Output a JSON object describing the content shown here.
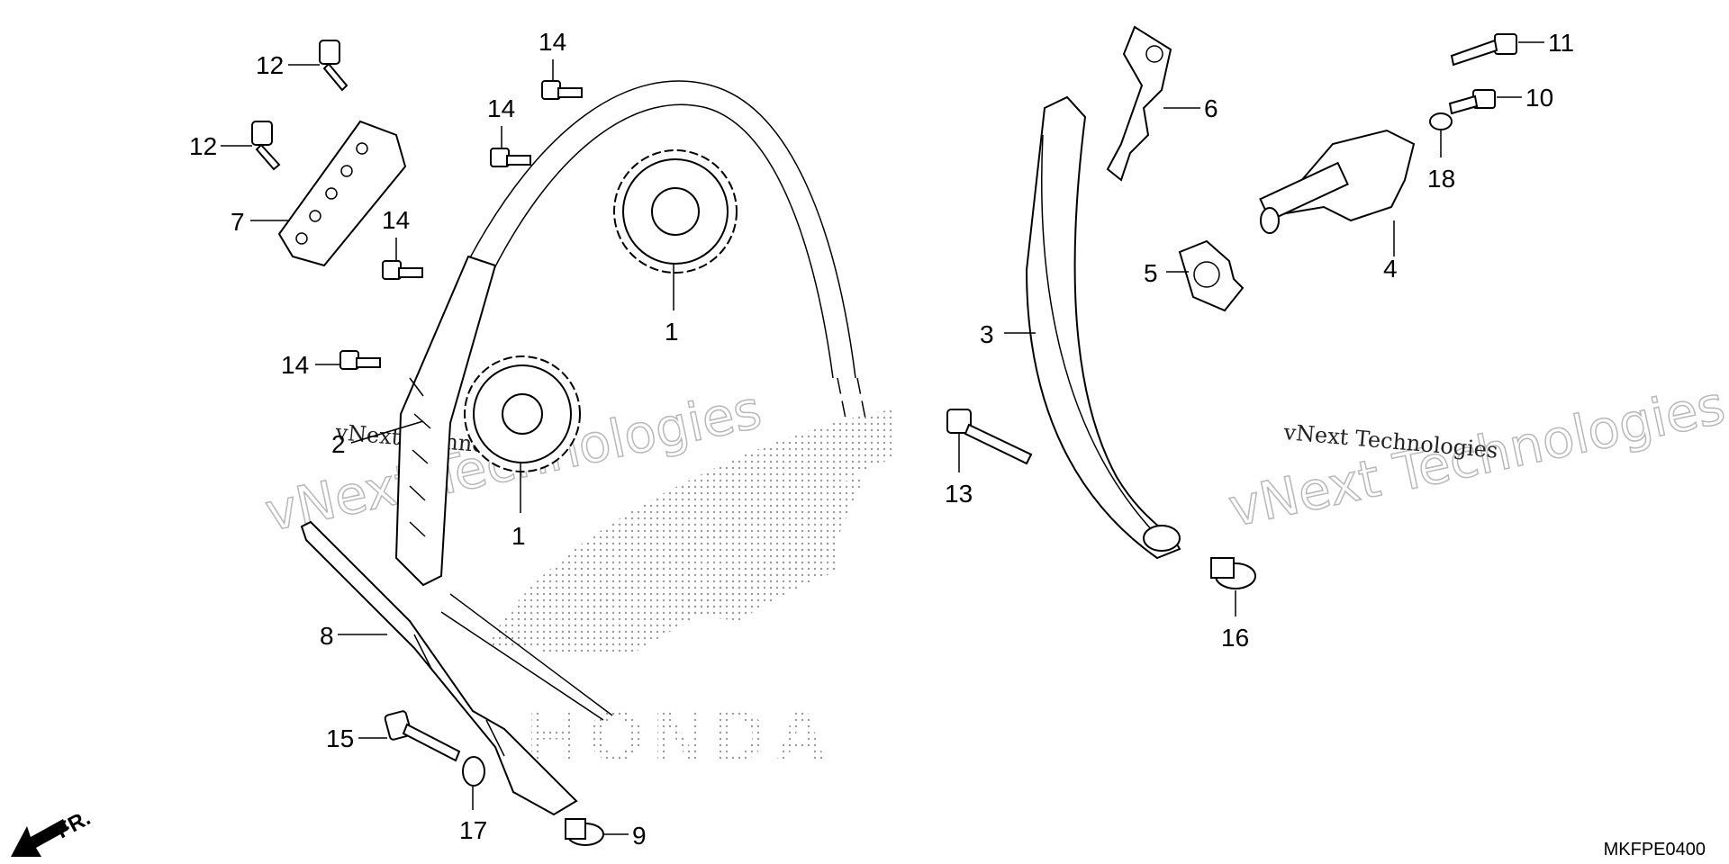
{
  "diagram": {
    "callouts": [
      "1",
      "1",
      "2",
      "3",
      "4",
      "5",
      "6",
      "7",
      "8",
      "9",
      "10",
      "11",
      "12",
      "12",
      "13",
      "14",
      "14",
      "14",
      "14",
      "15",
      "16",
      "17",
      "18"
    ],
    "watermarks": {
      "logo_word": "HONDA",
      "outline": "vNext Technologies",
      "line1": "vNext Technologies",
      "line2": "vNext Technologies"
    },
    "direction_label": "FR.",
    "drawing_code": "MKFPE0400",
    "colors": {
      "line": "#000000",
      "watermark": "#b8b8b8",
      "dots": "#9a9a9a"
    }
  }
}
